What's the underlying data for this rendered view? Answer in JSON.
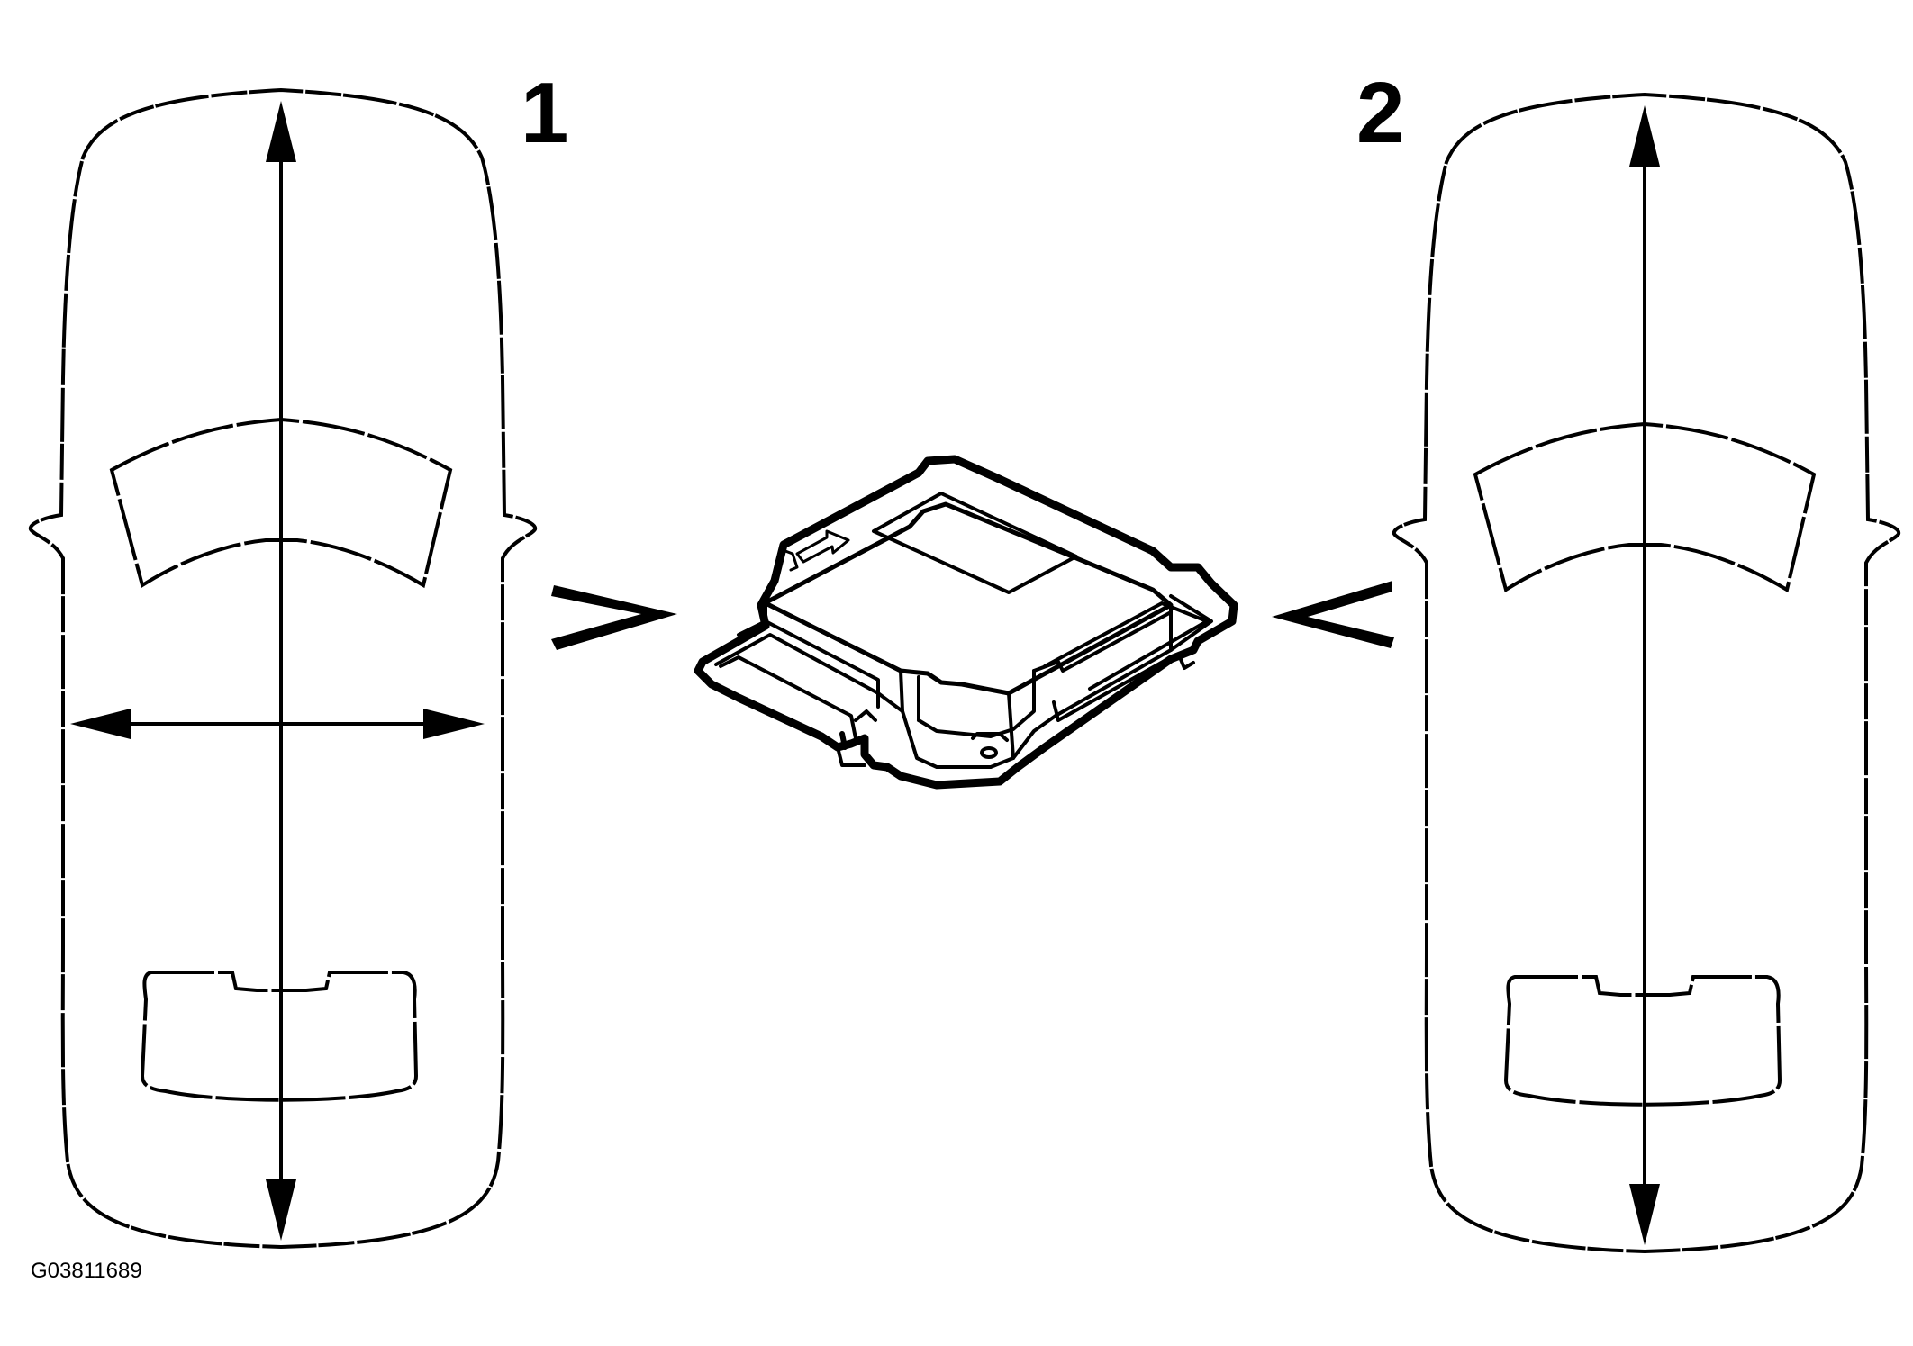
{
  "labels": {
    "left_car": "1",
    "right_car": "2"
  },
  "figure_id": "G03811689",
  "icons": {
    "left_car": "car-top-view-icon",
    "right_car": "car-top-view-icon",
    "module": "airbag-control-module-icon",
    "left_indicator": "chevron-right-icon",
    "right_indicator": "chevron-left-icon"
  },
  "colors": {
    "stroke": "#000000",
    "background": "#ffffff"
  }
}
